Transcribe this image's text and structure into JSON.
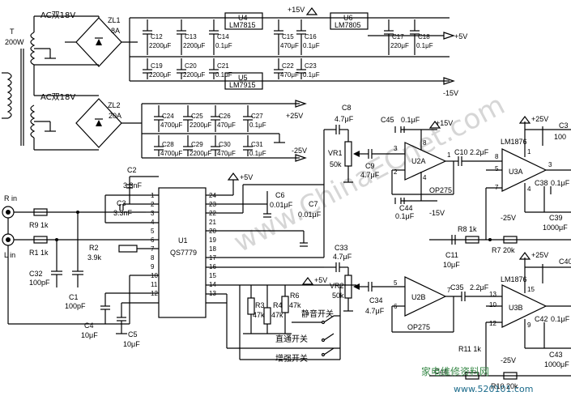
{
  "watermark": "www.ChinaECnet.com",
  "footer": {
    "site_cn": "家电维修资料网",
    "url": "www.520101.com"
  },
  "power": {
    "transformer": "T",
    "transformer_rating": "200W",
    "ac1": "AC双18V",
    "ac2": "AC双18V",
    "zl1": "ZL1",
    "zl1_rating": "8A",
    "zl2": "ZL2",
    "zl2_rating": "20A",
    "u4": "U4",
    "u4_part": "LM7815",
    "u5": "U5",
    "u5_part": "LM7915",
    "u6": "U6",
    "u6_part": "LM7805",
    "plus15": "+15V",
    "plus5": "+5V",
    "minus15": "-15V",
    "plus25": "+25V",
    "minus25": "-25V",
    "caps_top": [
      {
        "ref": "C12",
        "val": "2200μF"
      },
      {
        "ref": "C13",
        "val": "2200μF"
      },
      {
        "ref": "C14",
        "val": "0.1μF"
      },
      {
        "ref": "C15",
        "val": "470μF"
      },
      {
        "ref": "C16",
        "val": "0.1μF"
      },
      {
        "ref": "C17",
        "val": "220μF"
      },
      {
        "ref": "C18",
        "val": "0.1μF"
      },
      {
        "ref": "C19",
        "val": "2200μF"
      },
      {
        "ref": "C20",
        "val": "2200μF"
      },
      {
        "ref": "C21",
        "val": "0.1μF"
      },
      {
        "ref": "C22",
        "val": "470μF"
      },
      {
        "ref": "C23",
        "val": "0.1μF"
      }
    ],
    "caps_mid": [
      {
        "ref": "C24",
        "val": "4700μF"
      },
      {
        "ref": "C25",
        "val": "2200μF"
      },
      {
        "ref": "C26",
        "val": "470μF"
      },
      {
        "ref": "C27",
        "val": "0.1μF"
      },
      {
        "ref": "C28",
        "val": "4700μF"
      },
      {
        "ref": "C29",
        "val": "2200μF"
      },
      {
        "ref": "C30",
        "val": "470μF"
      },
      {
        "ref": "C31",
        "val": "0.1μF"
      }
    ]
  },
  "inputs": {
    "r_in": "R in",
    "l_in": "L in",
    "r9": "R9  1k",
    "r1": "R1  1k",
    "c32": "C32",
    "c32_val": "100pF",
    "c1": "C1",
    "c1_val": "100pF",
    "r2": "R2",
    "r2_val": "3.9k"
  },
  "qs": {
    "u1": "U1",
    "part": "QS7779",
    "c2": "C2",
    "c2_val": "3.3nF",
    "c3": "C3",
    "c3_val": "3.3nF",
    "c4": "C4",
    "c4_val": "10μF",
    "c5": "C5",
    "c5_val": "10μF",
    "c6": "C6",
    "c6_val": "0.01μF",
    "c7": "C7",
    "c7_val": "0.01μF",
    "plus5": "+5V",
    "left_pins": [
      "1",
      "2",
      "3",
      "4",
      "5",
      "6",
      "7",
      "8",
      "9",
      "10",
      "11",
      "12"
    ],
    "right_pins": [
      "24",
      "23",
      "22",
      "21",
      "20",
      "19",
      "18",
      "17",
      "16",
      "15",
      "14",
      "13"
    ]
  },
  "switches": {
    "plus5": "+5V",
    "r3": "R3",
    "r3_val": "47k",
    "r4": "R4",
    "r4_val": "47k",
    "r6": "R6",
    "r6_val": "47k",
    "mute": "静音开关",
    "direct": "直通开关",
    "boost": "增强开关"
  },
  "opamp_a": {
    "c8": "C8",
    "c8_val": "4.7μF",
    "vr1": "VR1",
    "vr1_val": "50k",
    "c9": "C9",
    "c9_val": "4.7μF",
    "c45": "C45",
    "c45_val": "0.1μF",
    "plus15": "+15V",
    "c44": "C44",
    "c44_val": "0.1μF",
    "minus15": "-15V",
    "u2a": "U2A",
    "part": "OP275",
    "c10": "C10",
    "c10_val": "2.2μF"
  },
  "opamp_b": {
    "c33": "C33",
    "c33_val": "4.7μF",
    "vr2": "VR2",
    "vr2_val": "50k",
    "c34": "C34",
    "c34_val": "4.7μF",
    "u2b": "U2B",
    "part": "OP275",
    "c35": "C35",
    "c35_val": "2.2μF"
  },
  "amp_a": {
    "part": "LM1876",
    "u3a": "U3A",
    "plus25": "+25V",
    "minus25": "-25V",
    "c37": "C3",
    "c37_val": "100",
    "c38": "C38",
    "c38_val": "0.1μF",
    "c39": "C39",
    "c39_val": "1000μF",
    "r8": "R8  1k",
    "r7": "R7  20k",
    "c11": "C11",
    "c11_val": "10μF"
  },
  "amp_b": {
    "part": "LM1876",
    "u3b": "U3B",
    "plus25": "+25V",
    "minus25": "-25V",
    "c40": "C40",
    "c42": "C42",
    "c42_val": "0.1μF",
    "c43": "C43",
    "c43_val": "1000μF",
    "r11": "R11  1k",
    "r10": "R10 20k",
    "c44": "C44"
  }
}
